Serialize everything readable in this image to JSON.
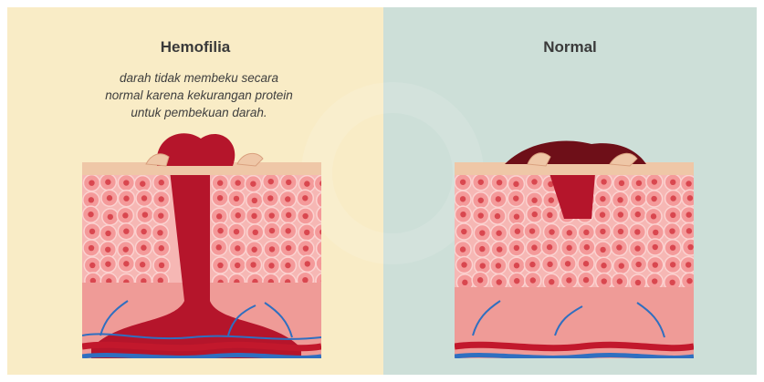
{
  "left_panel": {
    "title": "Hemofilia",
    "caption_lines": [
      "darah tidak membeku secara",
      "normal karena kekurangan protein",
      "untuk pembekuan darah."
    ]
  },
  "right_panel": {
    "title": "Normal"
  },
  "colors": {
    "left_bg": "#f9ecc6",
    "right_bg": "#cddfd8",
    "cell_fill": "#f49a9a",
    "cell_nucleus": "#d9474f",
    "tissue": "#f6b7b4",
    "blood": "#b5152b",
    "clot": "#6e0f18",
    "vein": "#2f6fc0",
    "artery": "#c2182c",
    "skin": "#efc7a7"
  }
}
